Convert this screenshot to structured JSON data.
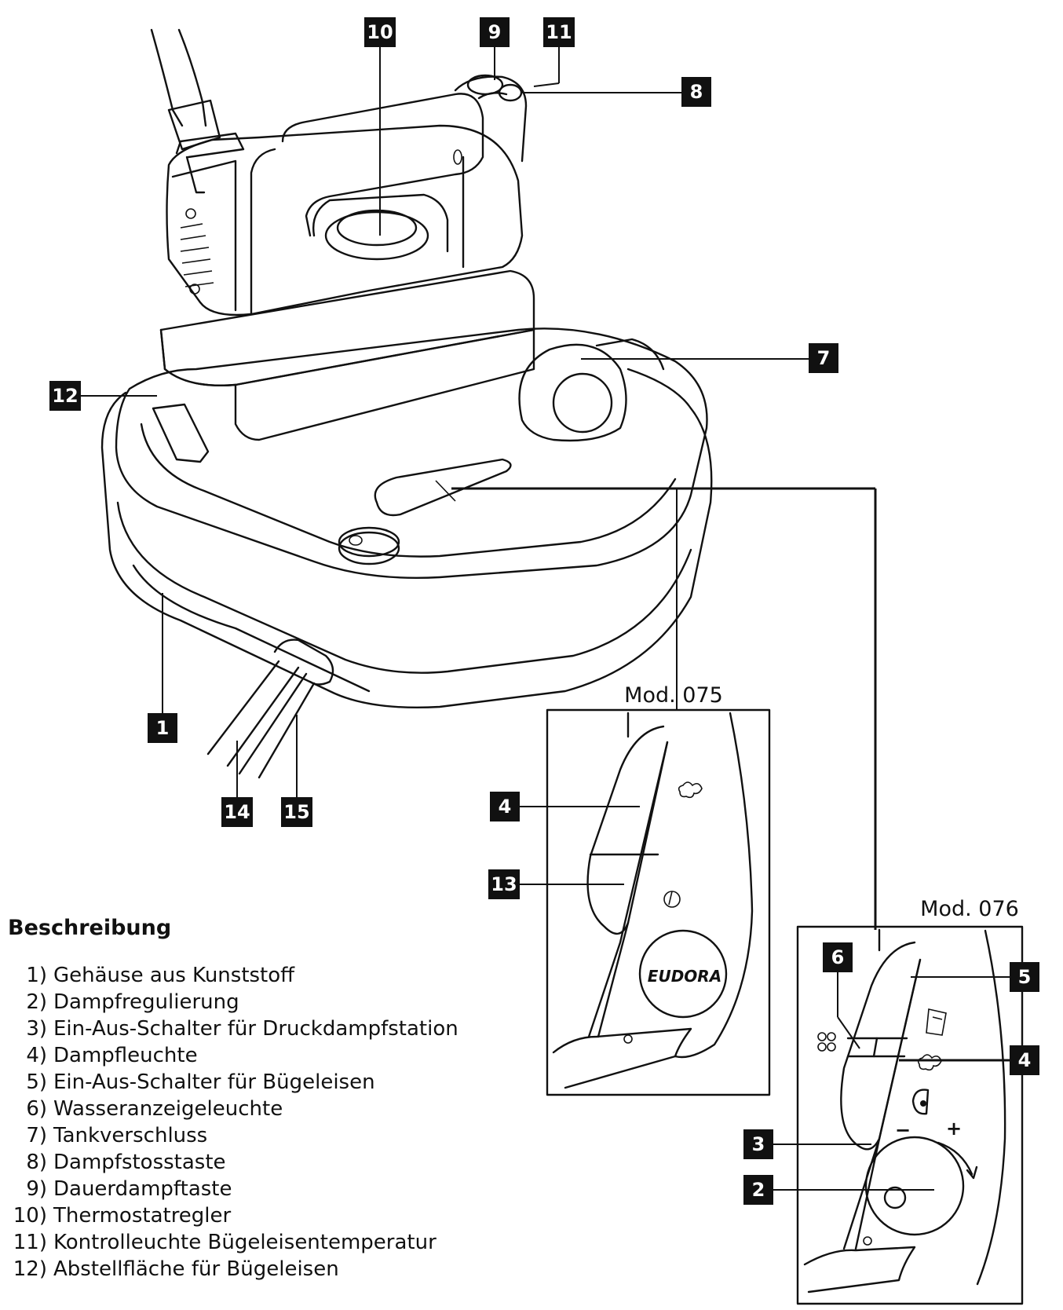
{
  "callouts": [
    "1",
    "2",
    "3",
    "4",
    "5",
    "6",
    "7",
    "8",
    "9",
    "10",
    "11",
    "12",
    "13",
    "14",
    "15"
  ],
  "models": {
    "mod075": {
      "label": "Mod. 075"
    },
    "mod076": {
      "label": "Mod. 076"
    }
  },
  "brand": "EUDORA",
  "legend": {
    "title": "Beschreibung",
    "items": [
      {
        "num": "1)",
        "text": "Gehäuse aus Kunststoff"
      },
      {
        "num": "2)",
        "text": "Dampfregulierung"
      },
      {
        "num": "3)",
        "text": "Ein-Aus-Schalter für Druckdampfstation"
      },
      {
        "num": "4)",
        "text": "Dampfleuchte"
      },
      {
        "num": "5)",
        "text": "Ein-Aus-Schalter für Bügeleisen"
      },
      {
        "num": "6)",
        "text": "Wasseranzeigeleuchte"
      },
      {
        "num": "7)",
        "text": "Tankverschluss"
      },
      {
        "num": "8)",
        "text": "Dampfstosstaste"
      },
      {
        "num": "9)",
        "text": "Dauerdampftaste"
      },
      {
        "num": "10)",
        "text": "Thermostatregler"
      },
      {
        "num": "11)",
        "text": "Kontrolleuchte Bügeleisentemperatur"
      },
      {
        "num": "12)",
        "text": "Abstellfläche für Bügeleisen"
      }
    ]
  }
}
